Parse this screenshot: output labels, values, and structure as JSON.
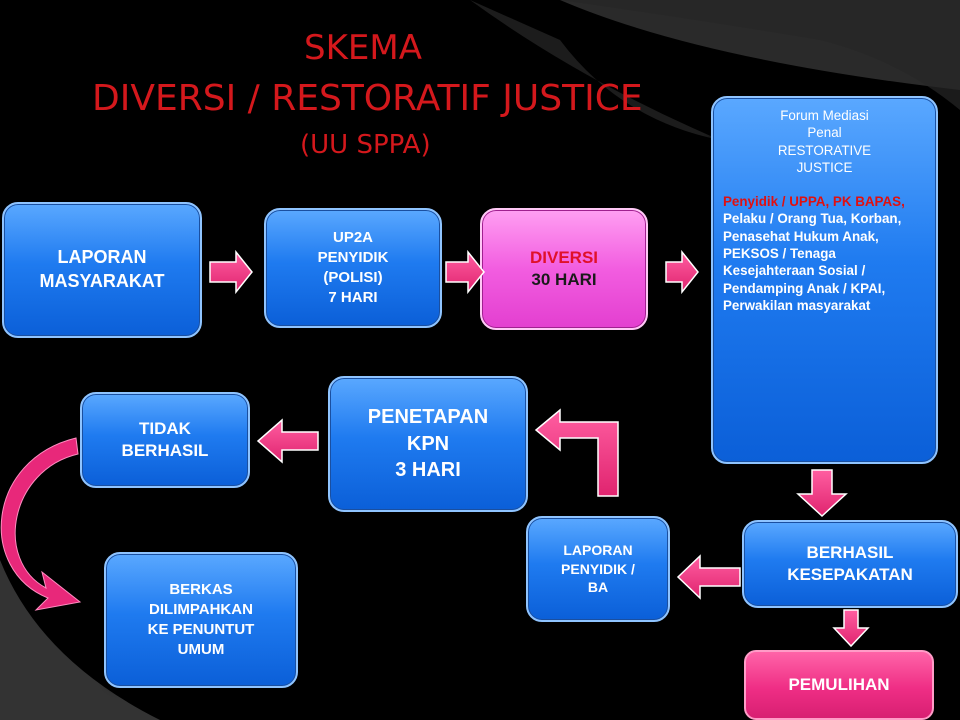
{
  "title": {
    "line1": "SKEMA",
    "line2": "DIVERSI / RESTORATIF JUSTICE",
    "line3": "(UU SPPA)"
  },
  "nodes": {
    "laporan_masyarakat": [
      "LAPORAN",
      "MASYARAKAT"
    ],
    "up2a": [
      "UP2A",
      "PENYIDIK",
      "(POLISI)",
      "7 HARI"
    ],
    "diversi": {
      "label": "DIVERSI",
      "days": "30 HARI"
    },
    "forum": {
      "header": [
        "Forum Mediasi",
        "Penal",
        "RESTORATIVE",
        "JUSTICE"
      ],
      "highlight": "Penyidik / UPPA, PK BAPAS,",
      "participants": " Pelaku / Orang Tua, Korban, Penasehat Hukum Anak, PEKSOS / Tenaga Kesejahteraan Sosial / Pendamping Anak / KPAI, Perwakilan masyarakat"
    },
    "berhasil": [
      "BERHASIL",
      "KESEPAKATAN"
    ],
    "laporan_penyidik": [
      "LAPORAN",
      "PENYIDIK /",
      "BA"
    ],
    "penetapan": [
      "PENETAPAN",
      "KPN",
      "3 HARI"
    ],
    "tidak_berhasil": [
      "TIDAK",
      "BERHASIL"
    ],
    "berkas": [
      "BERKAS",
      "DILIMPAHKAN",
      "KE PENUNTUT",
      "UMUM"
    ],
    "pemulihan": "PEMULIHAN"
  },
  "colors": {
    "title": "#d4181c",
    "box_blue": "#1f7bf0",
    "box_pink": "#f25de0",
    "arrow_pink": "#f0337f",
    "highlight_red": "#e01010"
  }
}
